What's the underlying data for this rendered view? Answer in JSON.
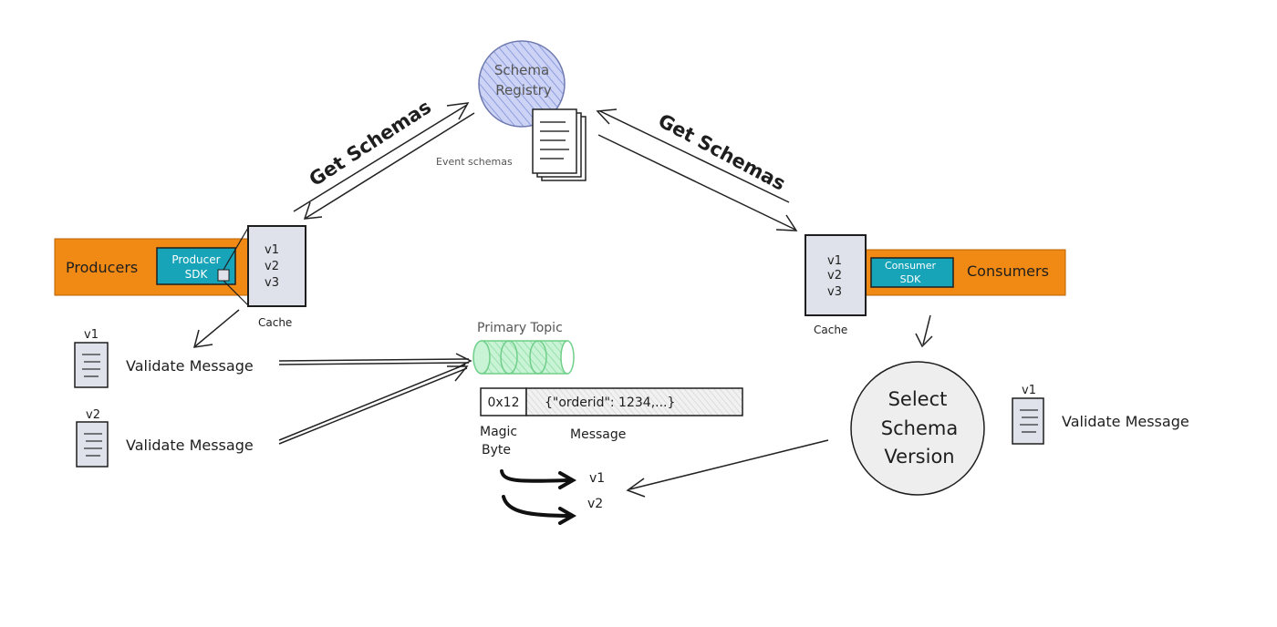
{
  "colors": {
    "orange": "#f08a15",
    "teal": "#17a3b8",
    "grey_box": "#dfe2ea",
    "registry_fill": "#b9c3f0",
    "topic_green": "#b9efc9",
    "circle_fill": "#eeeeee",
    "stroke": "#1e1e1e"
  },
  "registry": {
    "label_line1": "Schema",
    "label_line2": "Registry",
    "docs_label": "Event schemas",
    "docs_icon": "document-stack-icon"
  },
  "producers": {
    "label": "Producers",
    "sdk_line1": "Producer",
    "sdk_line2": "SDK",
    "cache_versions": [
      "v1",
      "v2",
      "v3"
    ],
    "cache_label": "Cache",
    "arrow_label": "Get Schemas"
  },
  "consumers": {
    "label": "Consumers",
    "sdk_line1": "Consumer",
    "sdk_line2": "SDK",
    "cache_versions": [
      "v1",
      "v2",
      "v3"
    ],
    "cache_label": "Cache",
    "arrow_label": "Get Schemas"
  },
  "validations_left": [
    {
      "version": "v1",
      "text": "Validate Message"
    },
    {
      "version": "v2",
      "text": "Validate Message"
    }
  ],
  "validation_right": {
    "version": "v1",
    "text": "Validate Message"
  },
  "topic": {
    "label": "Primary Topic",
    "magic_byte_value": "0x12",
    "message_value": "{\"orderid\": 1234,...}",
    "magic_label_line1": "Magic",
    "magic_label_line2": "Byte",
    "message_label": "Message"
  },
  "select_version": {
    "line1": "Select",
    "line2": "Schema",
    "line3": "Version"
  },
  "versions_out": [
    "v1",
    "v2"
  ]
}
